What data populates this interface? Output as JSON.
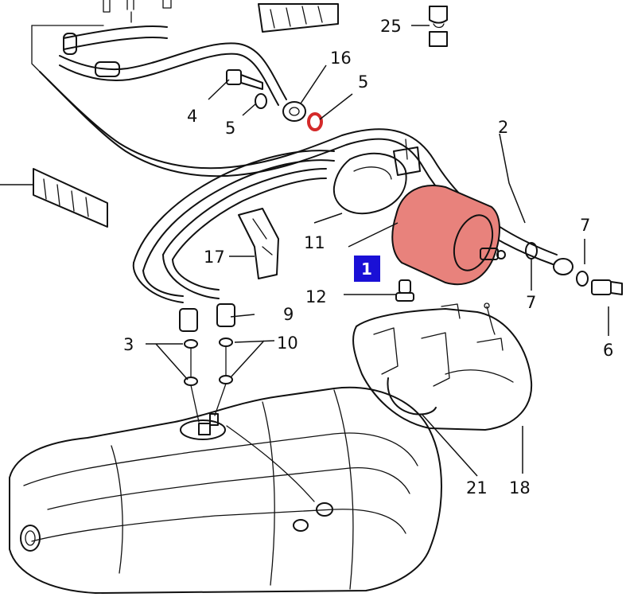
{
  "colors": {
    "line": "#111111",
    "filter_fill": "#e8827c",
    "highlight_box": "#1a10d6",
    "seal_ring": "#d42a2a"
  },
  "callouts": {
    "c1": "1",
    "c2": "2",
    "c3": "3",
    "c4": "4",
    "c5a": "5",
    "c5b": "5",
    "c6": "6",
    "c7a": "7",
    "c7b": "7",
    "c9": "9",
    "c10": "10",
    "c11": "11",
    "c12": "12",
    "c16": "16",
    "c17": "17",
    "c18": "18",
    "c21": "21",
    "c25": "25"
  }
}
